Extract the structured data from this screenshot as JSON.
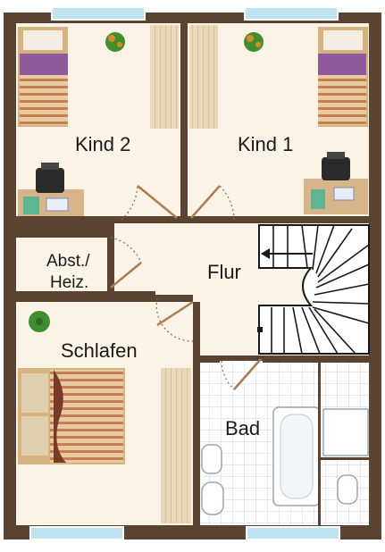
{
  "rooms": {
    "kind2": "Kind 2",
    "kind1": "Kind 1",
    "abst_line1": "Abst./",
    "abst_line2": "Heiz.",
    "flur": "Flur",
    "schlafen": "Schlafen",
    "bad": "Bad"
  },
  "colors": {
    "wall": "#5a4330",
    "floor": "#fbf4e6",
    "tile": "#ffffff",
    "tile_grid": "#c9d6e6",
    "window": "#bfe3f0",
    "wardrobe": "#ead8b8",
    "bed_frame": "#d6b27e",
    "duvet_purple": "#8e5a9c",
    "bed_stripes": "#b5714f",
    "desk": "#d8b48a",
    "chair": "#2a2a2a",
    "plant": "#3f8f2e",
    "door_arc": "#8a6a48"
  }
}
